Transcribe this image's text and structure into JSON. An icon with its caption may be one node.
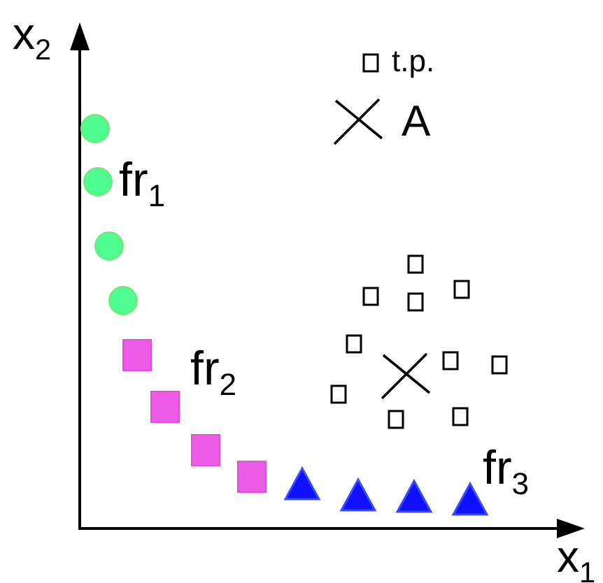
{
  "diagram": {
    "labels": [
      "x$_{2}$",
      "fr$_{1}$",
      "fr$_{2}$",
      "fr$_{3}$",
      "x$_{1}$"
    ],
    "legend": [
      {
        "text": "t.p."
      },
      {
        "text": "A"
      }
    ]
  }
}
